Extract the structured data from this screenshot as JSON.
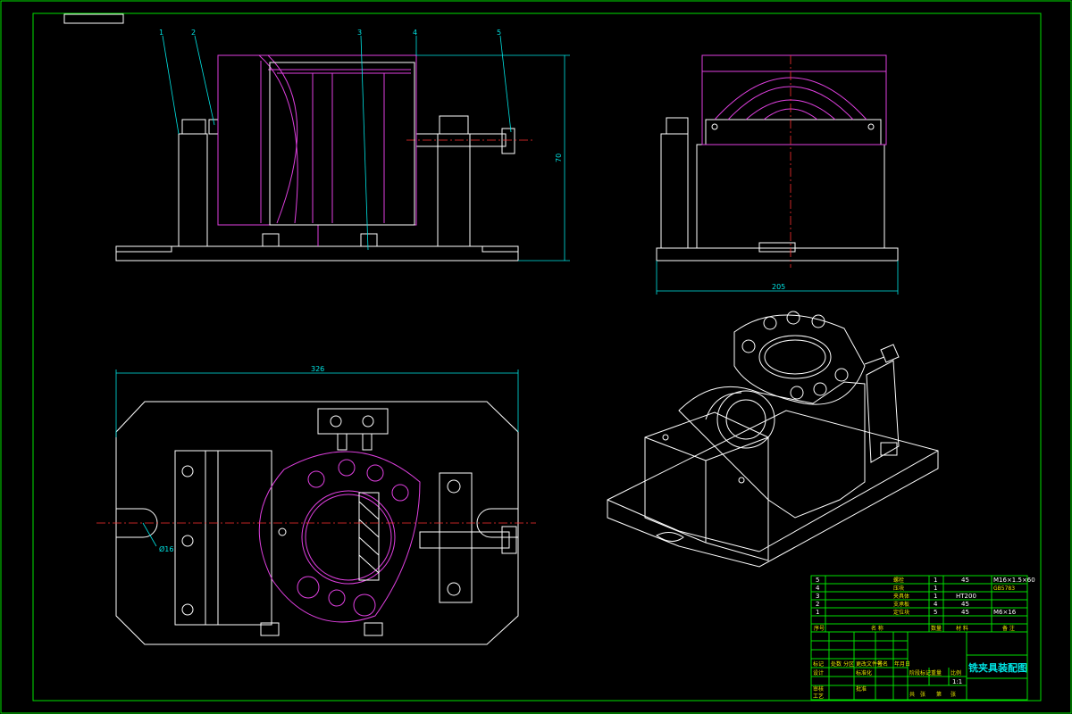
{
  "colors": {
    "frame": "#00e000",
    "outline": "#ffffff",
    "part": "#e040e0",
    "dimension": "#00e5e5",
    "centerline": "#ff3030",
    "table_text": "#e8e800"
  },
  "balloons": [
    "1",
    "2",
    "3",
    "4",
    "5"
  ],
  "dimensions": {
    "front_height": "70",
    "side_width": "205",
    "top_width": "326",
    "hole_note": "Ø16"
  },
  "bom": {
    "rows": [
      {
        "no": "5",
        "name": "螺栓",
        "qty": "1",
        "material": "45",
        "note": "M16×1.5×60"
      },
      {
        "no": "4",
        "name": "压块",
        "qty": "1",
        "material": "",
        "note": "GB5783"
      },
      {
        "no": "3",
        "name": "夹具体",
        "qty": "1",
        "material": "HT200",
        "note": ""
      },
      {
        "no": "2",
        "name": "支承板",
        "qty": "4",
        "material": "45",
        "note": ""
      },
      {
        "no": "1",
        "name": "定位块",
        "qty": "5",
        "material": "45",
        "note": "M6×16"
      }
    ],
    "header": {
      "no": "序号",
      "name": "名 称",
      "qty": "数量",
      "material": "材 料",
      "note": "备 注"
    }
  },
  "title_block": {
    "title": "铣夹具装配图",
    "scale": "1:1",
    "labels": [
      "标记",
      "处数",
      "分区",
      "更改文件号",
      "签名",
      "年月日",
      "设计",
      "标准化",
      "审核",
      "工艺",
      "批准",
      "阶段标记",
      "重量",
      "比例",
      "共",
      "张",
      "第",
      "张"
    ]
  }
}
